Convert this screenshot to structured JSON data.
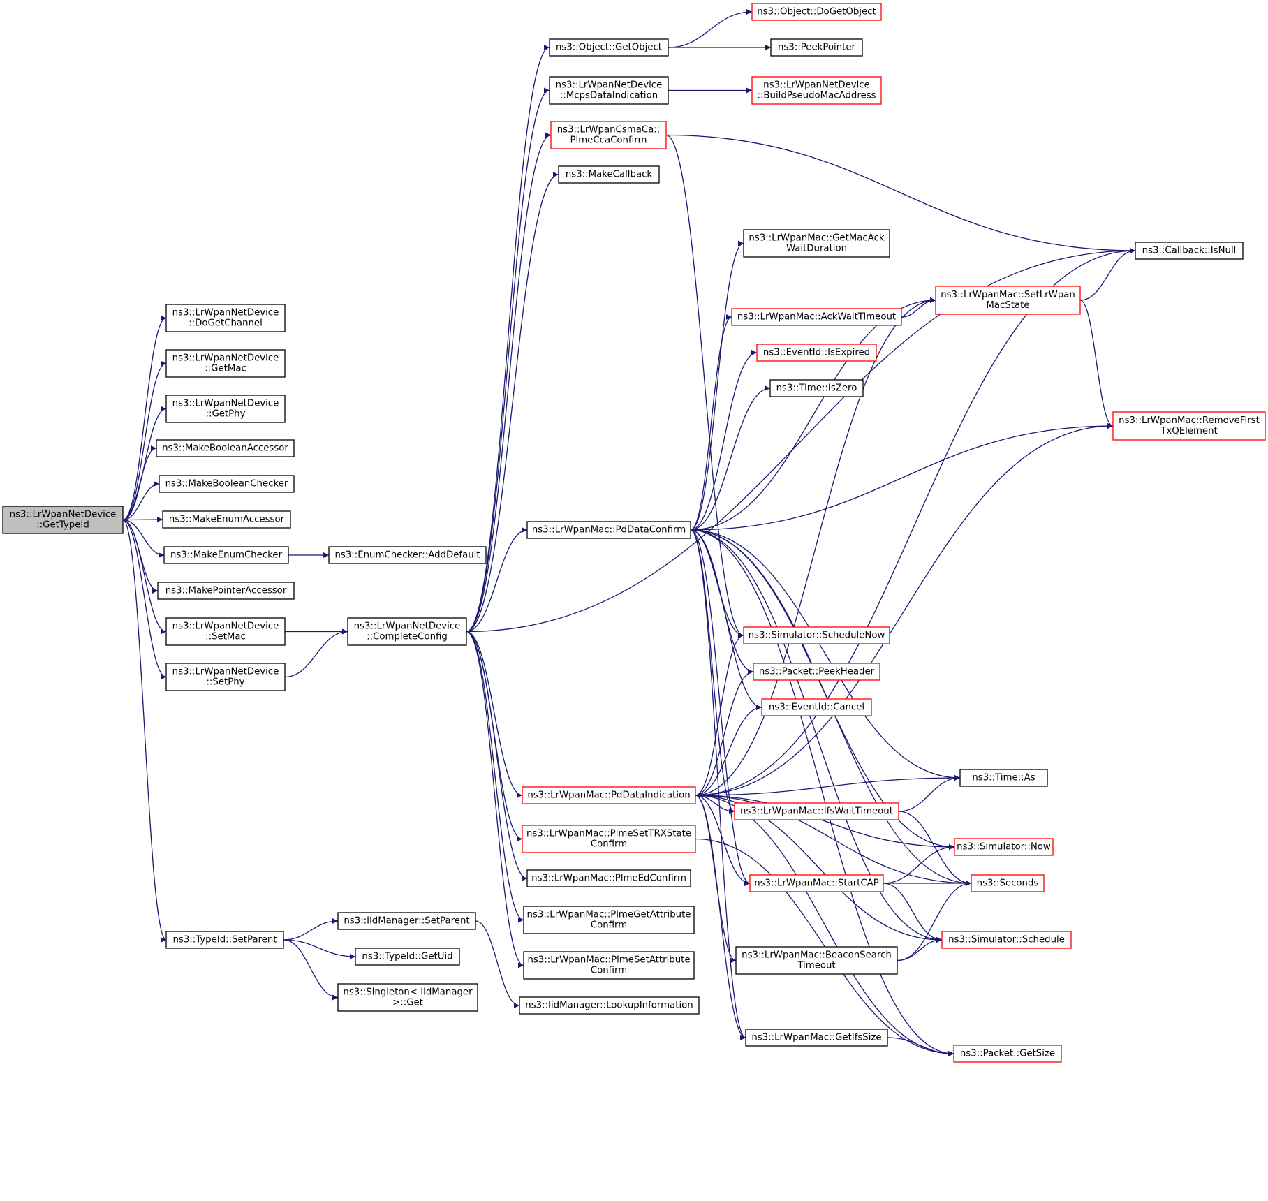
{
  "nodes": [
    {
      "id": "root",
      "lines": [
        "ns3::LrWpanNetDevice",
        "::GetTypeId"
      ],
      "style": "root"
    },
    {
      "id": "dogetchannel",
      "lines": [
        "ns3::LrWpanNetDevice",
        "::DoGetChannel"
      ],
      "style": "black"
    },
    {
      "id": "getmac",
      "lines": [
        "ns3::LrWpanNetDevice",
        "::GetMac"
      ],
      "style": "black"
    },
    {
      "id": "getphy",
      "lines": [
        "ns3::LrWpanNetDevice",
        "::GetPhy"
      ],
      "style": "black"
    },
    {
      "id": "makebooleanaccessor",
      "lines": [
        "ns3::MakeBooleanAccessor"
      ],
      "style": "black"
    },
    {
      "id": "makebooleanchecker",
      "lines": [
        "ns3::MakeBooleanChecker"
      ],
      "style": "black"
    },
    {
      "id": "makeenumaccessor",
      "lines": [
        "ns3::MakeEnumAccessor"
      ],
      "style": "black"
    },
    {
      "id": "makeenumchecker",
      "lines": [
        "ns3::MakeEnumChecker"
      ],
      "style": "black"
    },
    {
      "id": "makepointeraccessor",
      "lines": [
        "ns3::MakePointerAccessor"
      ],
      "style": "black"
    },
    {
      "id": "setmac",
      "lines": [
        "ns3::LrWpanNetDevice",
        "::SetMac"
      ],
      "style": "black"
    },
    {
      "id": "setphy",
      "lines": [
        "ns3::LrWpanNetDevice",
        "::SetPhy"
      ],
      "style": "black"
    },
    {
      "id": "typeid-setparent",
      "lines": [
        "ns3::TypeId::SetParent"
      ],
      "style": "black"
    },
    {
      "id": "enumchecker-adddefault",
      "lines": [
        "ns3::EnumChecker::AddDefault"
      ],
      "style": "black"
    },
    {
      "id": "completeconfig",
      "lines": [
        "ns3::LrWpanNetDevice",
        "::CompleteConfig"
      ],
      "style": "black"
    },
    {
      "id": "iidmanager-setparent",
      "lines": [
        "ns3::IidManager::SetParent"
      ],
      "style": "black"
    },
    {
      "id": "typeid-getuid",
      "lines": [
        "ns3::TypeId::GetUid"
      ],
      "style": "black"
    },
    {
      "id": "singleton-get",
      "lines": [
        "ns3::Singleton< IidManager",
        ">::Get"
      ],
      "style": "black"
    },
    {
      "id": "object-getobject",
      "lines": [
        "ns3::Object::GetObject"
      ],
      "style": "black"
    },
    {
      "id": "mcpsdataindication",
      "lines": [
        "ns3::LrWpanNetDevice",
        "::McpsDataIndication"
      ],
      "style": "black"
    },
    {
      "id": "plmeccaconfirm",
      "lines": [
        "ns3::LrWpanCsmaCa::",
        "PlmeCcaConfirm"
      ],
      "style": "red"
    },
    {
      "id": "makecallback",
      "lines": [
        "ns3::MakeCallback"
      ],
      "style": "black"
    },
    {
      "id": "pddataconfirm",
      "lines": [
        "ns3::LrWpanMac::PdDataConfirm"
      ],
      "style": "black"
    },
    {
      "id": "pddataindication",
      "lines": [
        "ns3::LrWpanMac::PdDataIndication"
      ],
      "style": "red"
    },
    {
      "id": "plmesettrxstateconfirm",
      "lines": [
        "ns3::LrWpanMac::PlmeSetTRXState",
        "Confirm"
      ],
      "style": "red"
    },
    {
      "id": "plmeedconfirm",
      "lines": [
        "ns3::LrWpanMac::PlmeEdConfirm"
      ],
      "style": "black"
    },
    {
      "id": "plmegetattributeconfirm",
      "lines": [
        "ns3::LrWpanMac::PlmeGetAttribute",
        "Confirm"
      ],
      "style": "black"
    },
    {
      "id": "plmesetattributeconfirm",
      "lines": [
        "ns3::LrWpanMac::PlmeSetAttribute",
        "Confirm"
      ],
      "style": "black"
    },
    {
      "id": "lookupinformation",
      "lines": [
        "ns3::IidManager::LookupInformation"
      ],
      "style": "black"
    },
    {
      "id": "object-dogetobject",
      "lines": [
        "ns3::Object::DoGetObject"
      ],
      "style": "red"
    },
    {
      "id": "peekpointer",
      "lines": [
        "ns3::PeekPointer"
      ],
      "style": "black"
    },
    {
      "id": "buildpseudomacaddress",
      "lines": [
        "ns3::LrWpanNetDevice",
        "::BuildPseudoMacAddress"
      ],
      "style": "red"
    },
    {
      "id": "getmacackwaitduration",
      "lines": [
        "ns3::LrWpanMac::GetMacAck",
        "WaitDuration"
      ],
      "style": "black"
    },
    {
      "id": "ackwaittimeout",
      "lines": [
        "ns3::LrWpanMac::AckWaitTimeout"
      ],
      "style": "red"
    },
    {
      "id": "eventid-isexpired",
      "lines": [
        "ns3::EventId::IsExpired"
      ],
      "style": "red"
    },
    {
      "id": "time-iszero",
      "lines": [
        "ns3::Time::IsZero"
      ],
      "style": "black"
    },
    {
      "id": "simulator-schedulenow",
      "lines": [
        "ns3::Simulator::ScheduleNow"
      ],
      "style": "red"
    },
    {
      "id": "packet-peekheader",
      "lines": [
        "ns3::Packet::PeekHeader"
      ],
      "style": "red"
    },
    {
      "id": "eventid-cancel",
      "lines": [
        "ns3::EventId::Cancel"
      ],
      "style": "red"
    },
    {
      "id": "ifswaittimeout",
      "lines": [
        "ns3::LrWpanMac::IfsWaitTimeout"
      ],
      "style": "red"
    },
    {
      "id": "startcap",
      "lines": [
        "ns3::LrWpanMac::StartCAP"
      ],
      "style": "red"
    },
    {
      "id": "beaconsearchtimeout",
      "lines": [
        "ns3::LrWpanMac::BeaconSearch",
        "Timeout"
      ],
      "style": "black"
    },
    {
      "id": "getifssize",
      "lines": [
        "ns3::LrWpanMac::GetIfsSize"
      ],
      "style": "black"
    },
    {
      "id": "setlrwpanmacstate",
      "lines": [
        "ns3::LrWpanMac::SetLrWpan",
        "MacState"
      ],
      "style": "red"
    },
    {
      "id": "time-as",
      "lines": [
        "ns3::Time::As"
      ],
      "style": "black"
    },
    {
      "id": "simulator-now",
      "lines": [
        "ns3::Simulator::Now"
      ],
      "style": "red"
    },
    {
      "id": "seconds",
      "lines": [
        "ns3::Seconds"
      ],
      "style": "red"
    },
    {
      "id": "simulator-schedule",
      "lines": [
        "ns3::Simulator::Schedule"
      ],
      "style": "red"
    },
    {
      "id": "packet-getsize",
      "lines": [
        "ns3::Packet::GetSize"
      ],
      "style": "red"
    },
    {
      "id": "callback-isnull",
      "lines": [
        "ns3::Callback::IsNull"
      ],
      "style": "black"
    },
    {
      "id": "removefirsttxqelement",
      "lines": [
        "ns3::LrWpanMac::RemoveFirst",
        "TxQElement"
      ],
      "style": "red"
    }
  ],
  "edges": [
    [
      "root",
      "dogetchannel"
    ],
    [
      "root",
      "getmac"
    ],
    [
      "root",
      "getphy"
    ],
    [
      "root",
      "makebooleanaccessor"
    ],
    [
      "root",
      "makebooleanchecker"
    ],
    [
      "root",
      "makeenumaccessor"
    ],
    [
      "root",
      "makeenumchecker"
    ],
    [
      "root",
      "makepointeraccessor"
    ],
    [
      "root",
      "setmac"
    ],
    [
      "root",
      "setphy"
    ],
    [
      "root",
      "typeid-setparent"
    ],
    [
      "makeenumchecker",
      "enumchecker-adddefault"
    ],
    [
      "setmac",
      "completeconfig"
    ],
    [
      "setphy",
      "completeconfig"
    ],
    [
      "typeid-setparent",
      "iidmanager-setparent"
    ],
    [
      "typeid-setparent",
      "typeid-getuid"
    ],
    [
      "typeid-setparent",
      "singleton-get"
    ],
    [
      "iidmanager-setparent",
      "lookupinformation"
    ],
    [
      "completeconfig",
      "object-getobject"
    ],
    [
      "completeconfig",
      "mcpsdataindication"
    ],
    [
      "completeconfig",
      "plmeccaconfirm"
    ],
    [
      "completeconfig",
      "makecallback"
    ],
    [
      "completeconfig",
      "pddataconfirm"
    ],
    [
      "completeconfig",
      "pddataindication"
    ],
    [
      "completeconfig",
      "plmesettrxstateconfirm"
    ],
    [
      "completeconfig",
      "plmeedconfirm"
    ],
    [
      "completeconfig",
      "plmegetattributeconfirm"
    ],
    [
      "completeconfig",
      "plmesetattributeconfirm"
    ],
    [
      "completeconfig",
      "callback-isnull"
    ],
    [
      "object-getobject",
      "object-dogetobject"
    ],
    [
      "object-getobject",
      "peekpointer"
    ],
    [
      "mcpsdataindication",
      "buildpseudomacaddress"
    ],
    [
      "plmeccaconfirm",
      "callback-isnull"
    ],
    [
      "plmeccaconfirm",
      "simulator-schedulenow"
    ],
    [
      "pddataconfirm",
      "getmacackwaitduration"
    ],
    [
      "pddataconfirm",
      "setlrwpanmacstate"
    ],
    [
      "pddataconfirm",
      "ackwaittimeout"
    ],
    [
      "pddataconfirm",
      "eventid-isexpired"
    ],
    [
      "pddataconfirm",
      "time-iszero"
    ],
    [
      "pddataconfirm",
      "removefirsttxqelement"
    ],
    [
      "pddataconfirm",
      "simulator-schedulenow"
    ],
    [
      "pddataconfirm",
      "packet-peekheader"
    ],
    [
      "pddataconfirm",
      "eventid-cancel"
    ],
    [
      "pddataconfirm",
      "time-as"
    ],
    [
      "pddataconfirm",
      "ifswaittimeout"
    ],
    [
      "pddataconfirm",
      "simulator-now"
    ],
    [
      "pddataconfirm",
      "seconds"
    ],
    [
      "pddataconfirm",
      "startcap"
    ],
    [
      "pddataconfirm",
      "simulator-schedule"
    ],
    [
      "pddataconfirm",
      "packet-getsize"
    ],
    [
      "pddataconfirm",
      "getifssize"
    ],
    [
      "pddataindication",
      "simulator-schedulenow"
    ],
    [
      "pddataindication",
      "packet-peekheader"
    ],
    [
      "pddataindication",
      "eventid-cancel"
    ],
    [
      "pddataindication",
      "setlrwpanmacstate"
    ],
    [
      "pddataindication",
      "time-as"
    ],
    [
      "pddataindication",
      "ifswaittimeout"
    ],
    [
      "pddataindication",
      "simulator-now"
    ],
    [
      "pddataindication",
      "startcap"
    ],
    [
      "pddataindication",
      "seconds"
    ],
    [
      "pddataindication",
      "beaconsearchtimeout"
    ],
    [
      "pddataindication",
      "simulator-schedule"
    ],
    [
      "pddataindication",
      "getifssize"
    ],
    [
      "pddataindication",
      "packet-getsize"
    ],
    [
      "pddataindication",
      "callback-isnull"
    ],
    [
      "pddataindication",
      "removefirsttxqelement"
    ],
    [
      "plmesettrxstateconfirm",
      "packet-getsize"
    ],
    [
      "ackwaittimeout",
      "setlrwpanmacstate"
    ],
    [
      "setlrwpanmacstate",
      "callback-isnull"
    ],
    [
      "setlrwpanmacstate",
      "removefirsttxqelement"
    ],
    [
      "ifswaittimeout",
      "time-as"
    ],
    [
      "ifswaittimeout",
      "seconds"
    ],
    [
      "startcap",
      "simulator-now"
    ],
    [
      "startcap",
      "seconds"
    ],
    [
      "startcap",
      "simulator-schedule"
    ],
    [
      "beaconsearchtimeout",
      "seconds"
    ],
    [
      "beaconsearchtimeout",
      "simulator-schedule"
    ],
    [
      "getifssize",
      "packet-getsize"
    ]
  ]
}
